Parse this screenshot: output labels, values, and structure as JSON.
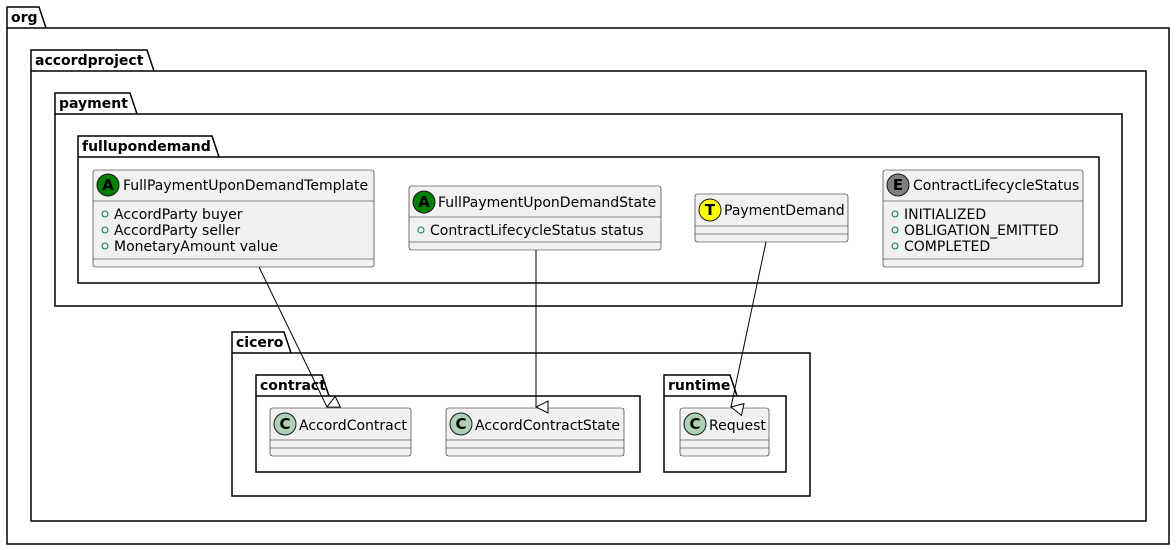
{
  "packages": {
    "org": "org",
    "accordproject": "accordproject",
    "payment": "payment",
    "fullupondemand": "fullupondemand",
    "cicero": "cicero",
    "contract": "contract",
    "runtime": "runtime"
  },
  "classes": {
    "template": {
      "stereotype": "A",
      "stereotype_color": "#008000",
      "name": "FullPaymentUponDemandTemplate",
      "attributes": [
        "AccordParty buyer",
        "AccordParty seller",
        "MonetaryAmount value"
      ]
    },
    "state": {
      "stereotype": "A",
      "stereotype_color": "#008000",
      "name": "FullPaymentUponDemandState",
      "attributes": [
        "ContractLifecycleStatus status"
      ]
    },
    "demand": {
      "stereotype": "T",
      "stereotype_color": "#FFFF00",
      "name": "PaymentDemand",
      "attributes": []
    },
    "status": {
      "stereotype": "E",
      "stereotype_color": "#808080",
      "name": "ContractLifecycleStatus",
      "attributes": [
        "INITIALIZED",
        "OBLIGATION_EMITTED",
        "COMPLETED"
      ]
    },
    "accord_contract": {
      "stereotype": "C",
      "stereotype_color": "#ADD1B2",
      "name": "AccordContract",
      "attributes": []
    },
    "accord_contract_state": {
      "stereotype": "C",
      "stereotype_color": "#ADD1B2",
      "name": "AccordContractState",
      "attributes": []
    },
    "request": {
      "stereotype": "C",
      "stereotype_color": "#ADD1B2",
      "name": "Request",
      "attributes": []
    }
  },
  "visibility_marker": "+",
  "colors": {
    "class_fill": "#F1F1F1",
    "class_border": "#181818",
    "package_border": "#000000"
  }
}
